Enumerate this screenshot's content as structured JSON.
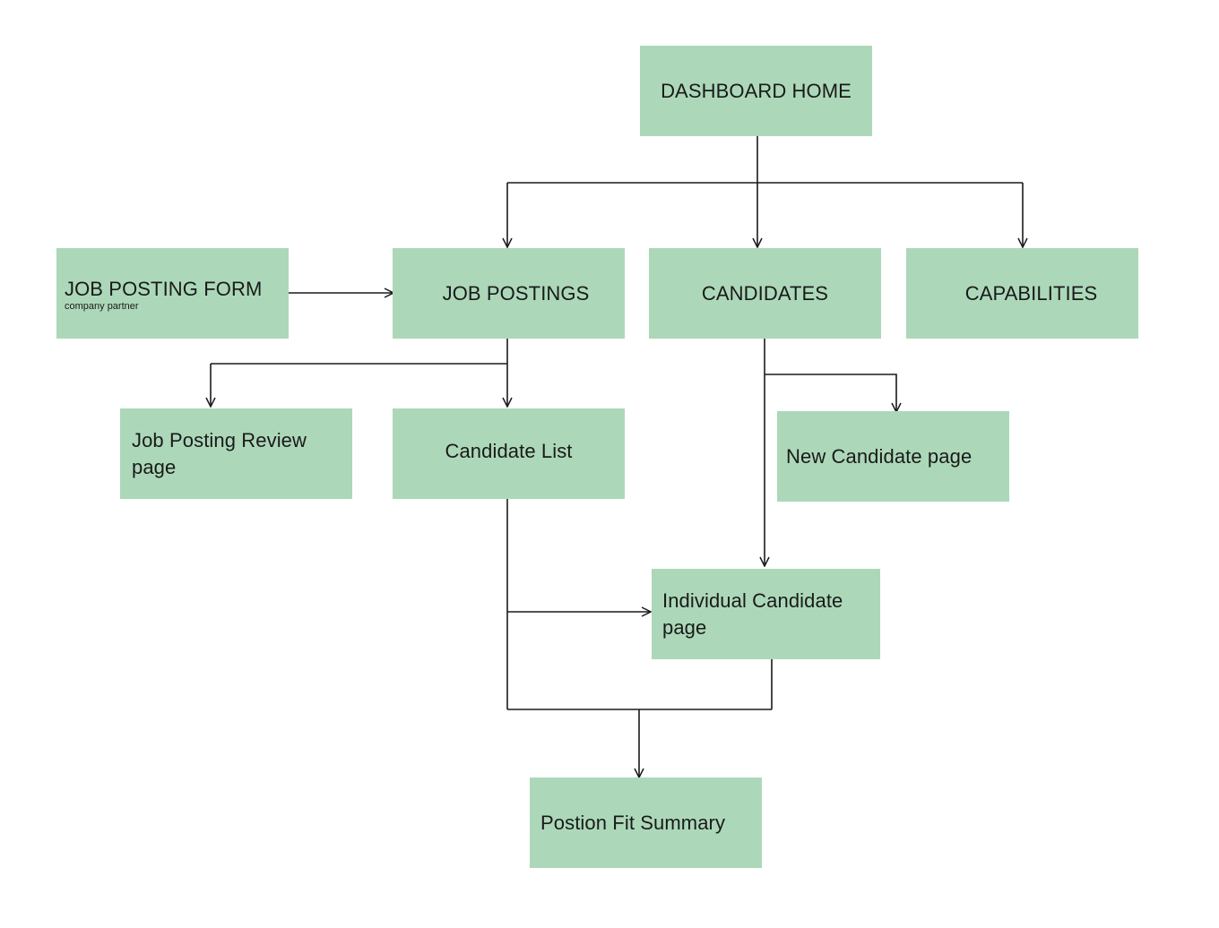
{
  "diagram": {
    "colors": {
      "node_fill": "#acd8b9",
      "connector": "#1a1a1a",
      "text": "#1a1a1a"
    },
    "nodes": {
      "dashboard_home": {
        "label": "DASHBOARD HOME"
      },
      "job_posting_form": {
        "label": "JOB POSTING FORM",
        "sublabel": "company partner"
      },
      "job_postings": {
        "label": "JOB POSTINGS"
      },
      "candidates": {
        "label": "CANDIDATES"
      },
      "capabilities": {
        "label": "CAPABILITIES"
      },
      "job_posting_review": {
        "label": "Job Posting Review page"
      },
      "candidate_list": {
        "label": "Candidate List"
      },
      "new_candidate_page": {
        "label": "New Candidate page"
      },
      "individual_candidate_page": {
        "label": "Individual Candidate page"
      },
      "position_fit_summary": {
        "label": "Postion Fit Summary"
      }
    },
    "edges": [
      {
        "from": "dashboard_home",
        "to": "job_postings"
      },
      {
        "from": "dashboard_home",
        "to": "candidates"
      },
      {
        "from": "dashboard_home",
        "to": "capabilities"
      },
      {
        "from": "job_posting_form",
        "to": "job_postings"
      },
      {
        "from": "job_postings",
        "to": "job_posting_review"
      },
      {
        "from": "job_postings",
        "to": "candidate_list"
      },
      {
        "from": "candidates",
        "to": "new_candidate_page"
      },
      {
        "from": "candidates",
        "to": "individual_candidate_page"
      },
      {
        "from": "candidate_list",
        "to": "individual_candidate_page"
      },
      {
        "from": "candidate_list",
        "to": "position_fit_summary"
      },
      {
        "from": "individual_candidate_page",
        "to": "position_fit_summary"
      }
    ]
  }
}
